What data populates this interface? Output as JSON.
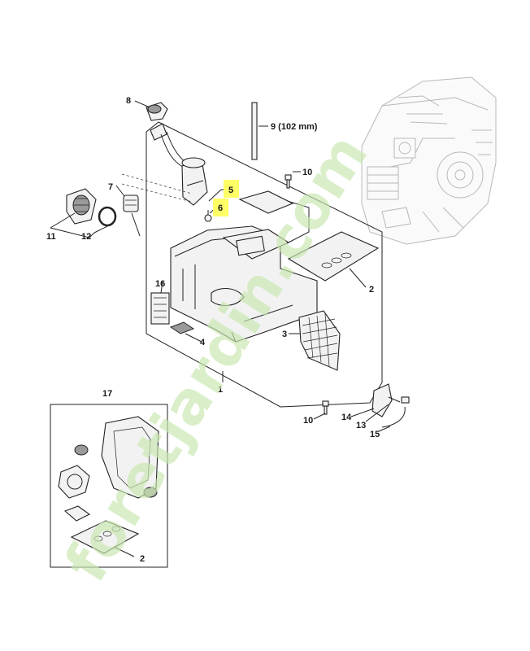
{
  "colors": {
    "highlight": "#ffff66",
    "watermark": "#c9e8b0",
    "line": "#222222"
  },
  "watermark": {
    "text": "foretjardin.com"
  },
  "callouts": {
    "p1": "1",
    "p2_right": "2",
    "p2_kit": "2",
    "p3": "3",
    "p4": "4",
    "p5": "5",
    "p6": "6",
    "p7": "7",
    "p8": "8",
    "p9": "9 (102 mm)",
    "p10_top": "10",
    "p10_bottom": "10",
    "p11": "11",
    "p12": "12",
    "p13": "13",
    "p14": "14",
    "p15": "15",
    "p16": "16",
    "p17": "17"
  },
  "highlighted_callouts": [
    "5",
    "6"
  ]
}
